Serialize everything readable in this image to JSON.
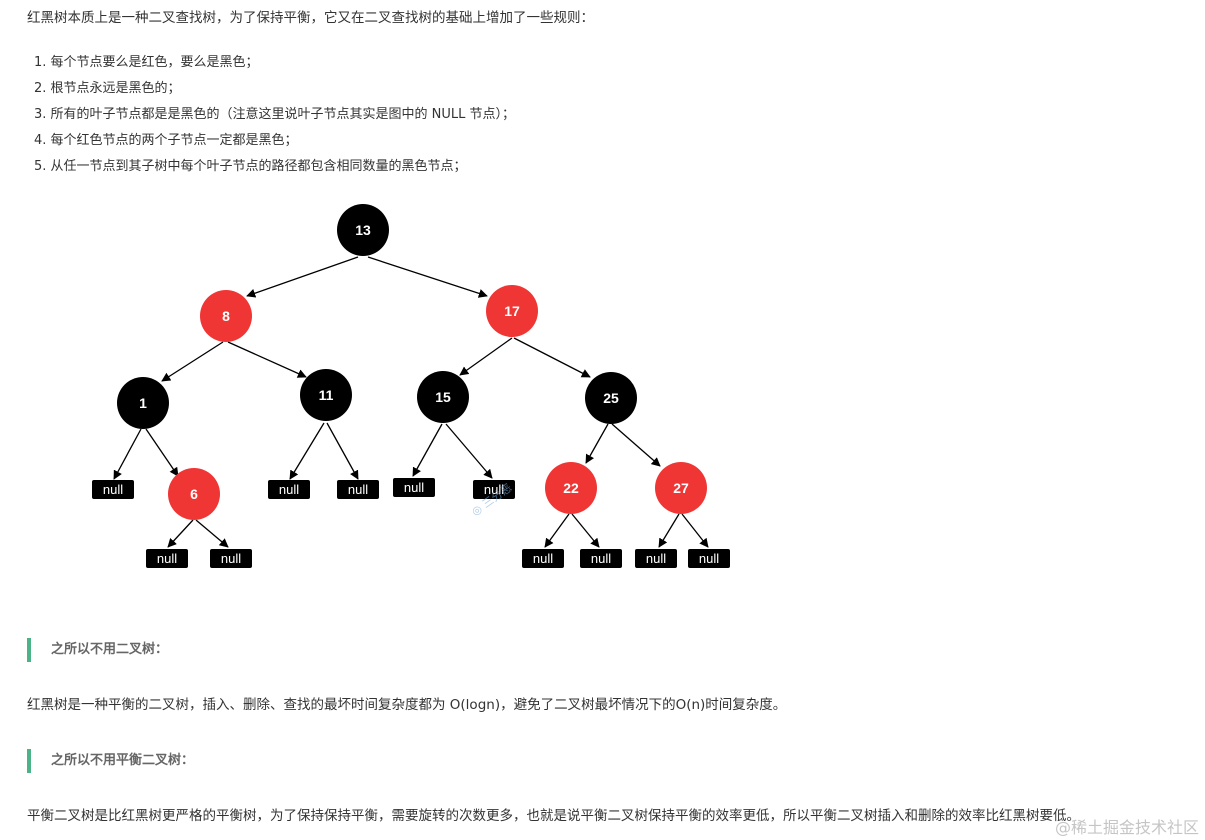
{
  "intro": "红黑树本质上是一种二叉查找树，为了保持平衡，它又在二叉查找树的基础上增加了一些规则：",
  "rules": [
    "1. 每个节点要么是红色，要么是黑色；",
    "2. 根节点永远是黑色的；",
    "3. 所有的叶子节点都是是黑色的（注意这里说叶子节点其实是图中的 NULL 节点）；",
    "4. 每个红色节点的两个子节点一定都是黑色；",
    "5. 从任一节点到其子树中每个叶子节点的路径都包含相同数量的黑色节点；"
  ],
  "tree": {
    "nodes": [
      {
        "id": "n13",
        "label": "13",
        "color": "black"
      },
      {
        "id": "n8",
        "label": "8",
        "color": "red"
      },
      {
        "id": "n17",
        "label": "17",
        "color": "red"
      },
      {
        "id": "n1",
        "label": "1",
        "color": "black"
      },
      {
        "id": "n11",
        "label": "11",
        "color": "black"
      },
      {
        "id": "n15",
        "label": "15",
        "color": "black"
      },
      {
        "id": "n25",
        "label": "25",
        "color": "black"
      },
      {
        "id": "n6",
        "label": "6",
        "color": "red"
      },
      {
        "id": "n22",
        "label": "22",
        "color": "red"
      },
      {
        "id": "n27",
        "label": "27",
        "color": "red"
      }
    ],
    "null_label": "null",
    "red_color": "#f03535",
    "black_color": "#000000"
  },
  "diagram_watermark": "三分恶",
  "section1": {
    "heading": "之所以不用二叉树：",
    "text": "红黑树是一种平衡的二叉树，插入、删除、查找的最坏时间复杂度都为 O(logn)，避免了二叉树最坏情况下的O(n)时间复杂度。"
  },
  "section2": {
    "heading": "之所以不用平衡二叉树：",
    "text": "平衡二叉树是比红黑树更严格的平衡树，为了保持保持平衡，需要旋转的次数更多，也就是说平衡二叉树保持平衡的效率更低，所以平衡二叉树插入和删除的效率比红黑树要低。"
  },
  "watermark": "@稀土掘金技术社区"
}
